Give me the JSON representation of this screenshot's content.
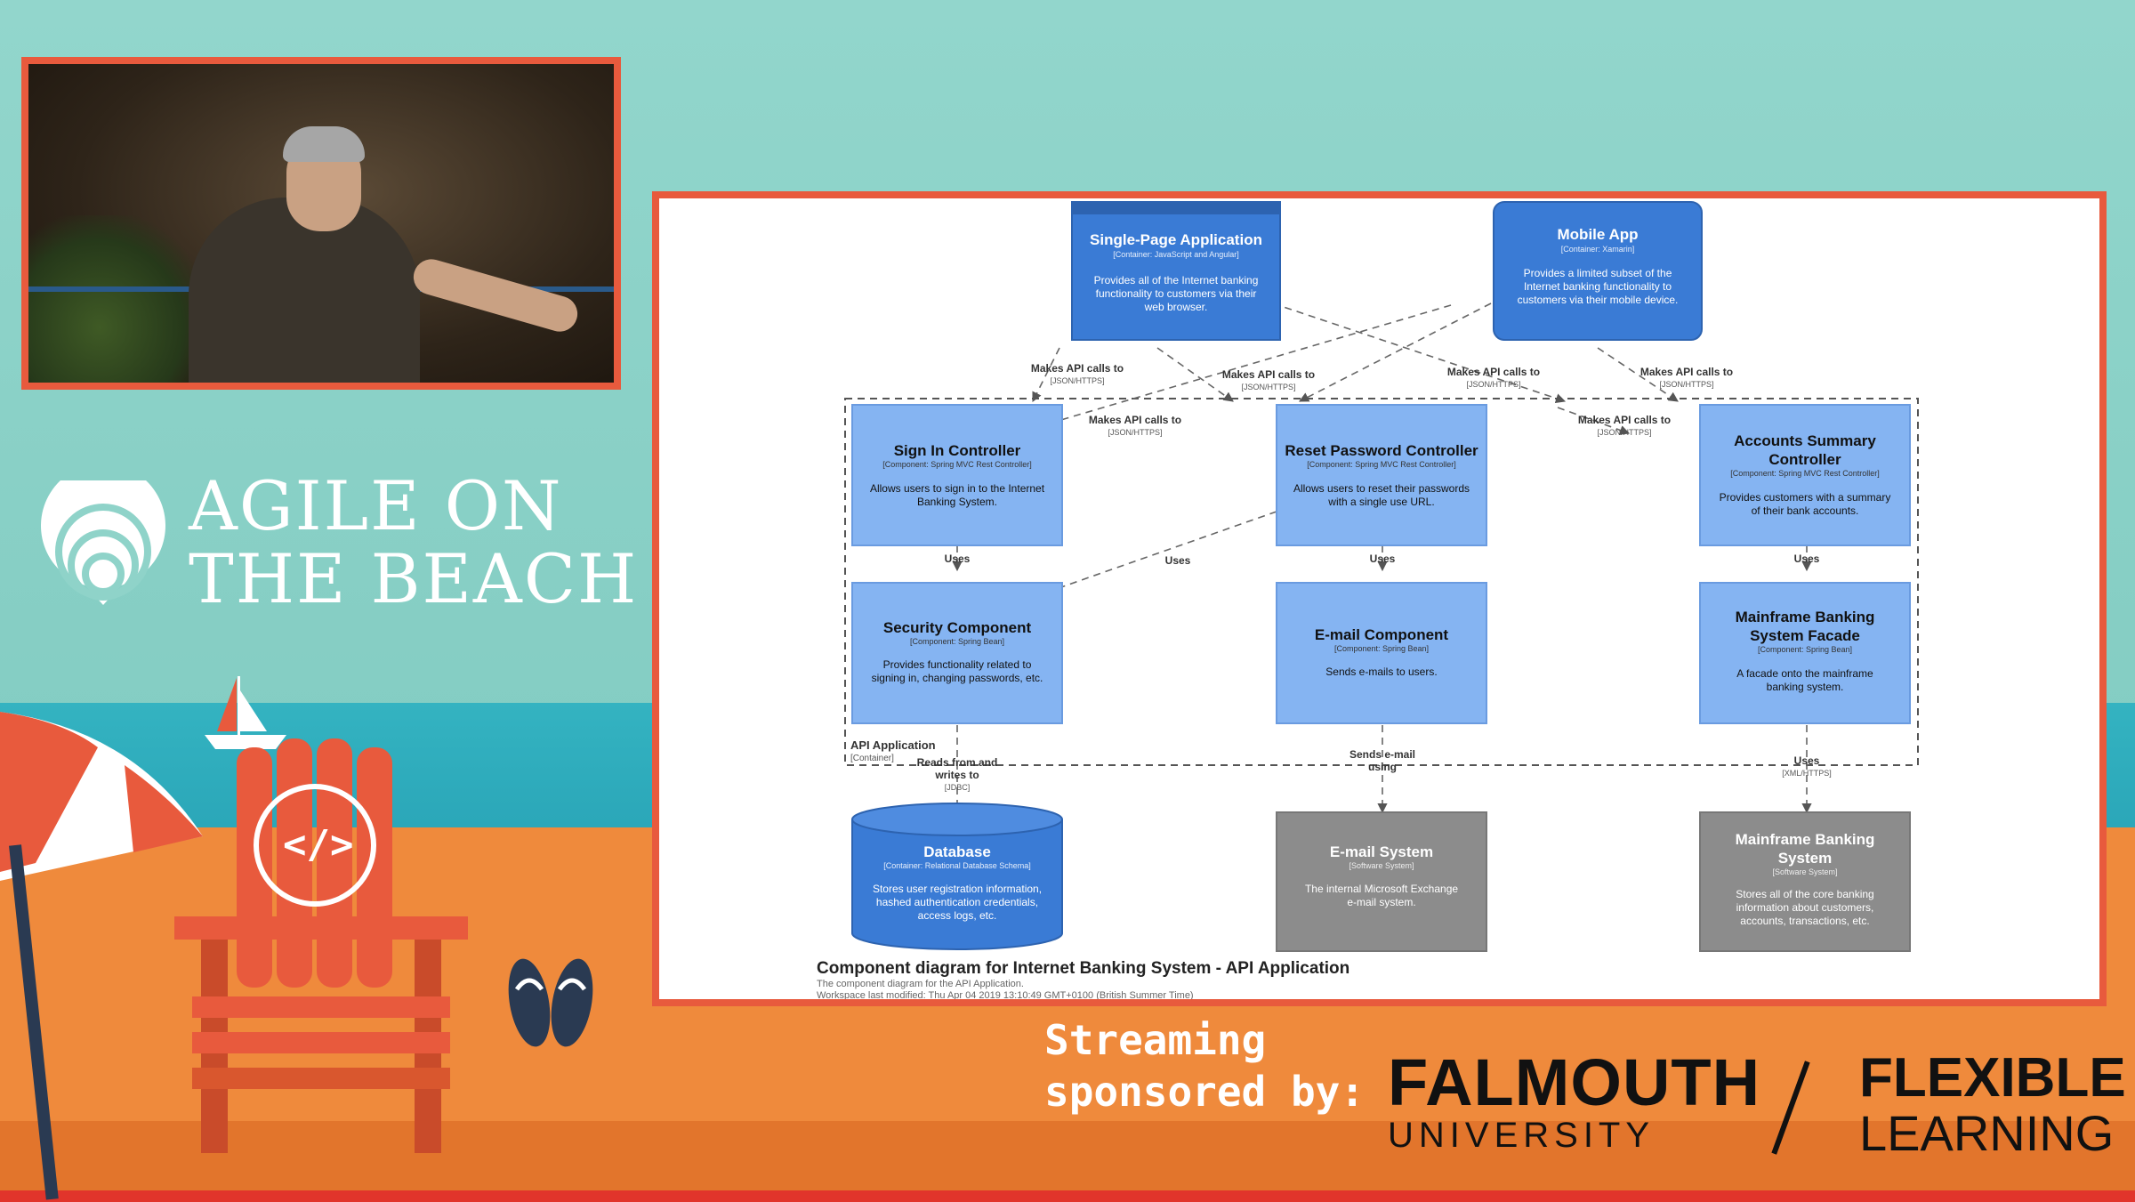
{
  "event": {
    "brand_line1": "AGILE ON",
    "brand_line2": "THE BEACH",
    "streaming_line1": "Streaming",
    "streaming_line2": "sponsored by:",
    "sponsor_name": "FALMOUTH",
    "sponsor_sub": "UNIVERSITY",
    "sponsor2_line1": "FLEXIBLE",
    "sponsor2_line2": "LEARNING"
  },
  "diagram": {
    "title": "Component diagram for Internet Banking System - API Application",
    "subtitle": "The component diagram for the API Application.",
    "modified": "Workspace last modified: Thu Apr 04 2019 13:10:49 GMT+0100 (British Summer Time)",
    "boundary_label": "API Application",
    "boundary_type": "[Container]",
    "nodes": {
      "spa": {
        "title": "Single-Page Application",
        "type": "[Container: JavaScript and Angular]",
        "desc1": "Provides all of the Internet banking",
        "desc2": "functionality to customers via their",
        "desc3": "web browser."
      },
      "mobile": {
        "title": "Mobile App",
        "type": "[Container: Xamarin]",
        "desc1": "Provides a limited subset of the",
        "desc2": "Internet banking functionality to",
        "desc3": "customers via their mobile device."
      },
      "signin": {
        "title": "Sign In Controller",
        "type": "[Component: Spring MVC Rest Controller]",
        "desc1": "Allows users to sign in to the Internet",
        "desc2": "Banking System."
      },
      "reset": {
        "title": "Reset Password Controller",
        "type": "[Component: Spring MVC Rest Controller]",
        "desc1": "Allows users to reset their passwords",
        "desc2": "with a single use URL."
      },
      "accounts": {
        "title1": "Accounts Summary",
        "title2": "Controller",
        "type": "[Component: Spring MVC Rest Controller]",
        "desc1": "Provides customers with a summary",
        "desc2": "of their bank accounts."
      },
      "security": {
        "title": "Security Component",
        "type": "[Component: Spring Bean]",
        "desc1": "Provides functionality related to",
        "desc2": "signing in, changing passwords, etc."
      },
      "email": {
        "title": "E-mail Component",
        "type": "[Component: Spring Bean]",
        "desc1": "Sends e-mails to users."
      },
      "facade": {
        "title1": "Mainframe Banking",
        "title2": "System Facade",
        "type": "[Component: Spring Bean]",
        "desc1": "A facade onto the mainframe",
        "desc2": "banking system."
      },
      "database": {
        "title": "Database",
        "type": "[Container: Relational Database Schema]",
        "desc1": "Stores user registration information,",
        "desc2": "hashed authentication credentials,",
        "desc3": "access logs, etc."
      },
      "emailsys": {
        "title": "E-mail System",
        "type": "[Software System]",
        "desc1": "The internal Microsoft Exchange",
        "desc2": "e-mail system."
      },
      "mainframe": {
        "title1": "Mainframe Banking",
        "title2": "System",
        "type": "[Software System]",
        "desc1": "Stores all of the core banking",
        "desc2": "information about customers,",
        "desc3": "accounts, transactions, etc."
      }
    },
    "edges": {
      "api_label": "Makes API calls to",
      "json": "[JSON/HTTPS]",
      "uses": "Uses",
      "reads1": "Reads from and",
      "reads2": "writes to",
      "jdbc": "[JDBC]",
      "sends1": "Sends e-mail",
      "sends2": "using",
      "xml": "[XML/HTTPS]"
    },
    "colors": {
      "container": "#3a7bd5",
      "component": "#85b4f2",
      "external": "#8c8c8c",
      "slide_border": "#e85a3d"
    }
  }
}
